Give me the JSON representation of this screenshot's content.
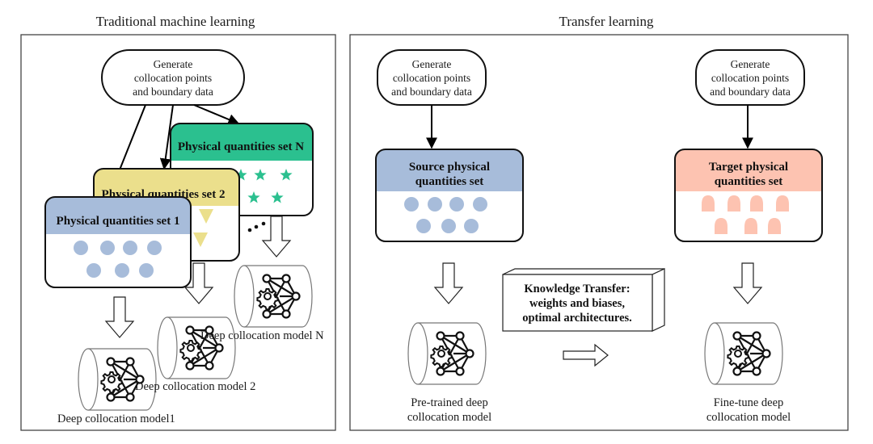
{
  "panels": {
    "traditional": {
      "title": "Traditional machine learning",
      "generate_node": [
        "Generate",
        "collocation points",
        "and boundary data"
      ],
      "sets": [
        {
          "label": "Physical quantities set 1",
          "color": "#a7bcda",
          "marker": "circle",
          "marker_color": "#a7bcda",
          "marker_count": 7
        },
        {
          "label": "Physical quantities set 2",
          "color": "#ebdf8c",
          "marker": "triangle-down",
          "marker_color": "#ebdf8c",
          "marker_count": 7
        },
        {
          "label": "Physical quantities set N",
          "color": "#2bc08f",
          "marker": "star",
          "marker_color": "#2bc08f",
          "marker_count": 7
        }
      ],
      "ellipsis": "...",
      "models": [
        {
          "label": "Deep collocation model1",
          "icon": "neural-network-gear-icon"
        },
        {
          "label": "Deep collocation model 2",
          "icon": "neural-network-gear-icon"
        },
        {
          "label": "Deep collocation model N",
          "icon": "neural-network-gear-icon"
        }
      ]
    },
    "transfer": {
      "title": "Transfer learning",
      "source_generate_node": [
        "Generate",
        "collocation points",
        "and boundary data"
      ],
      "target_generate_node": [
        "Generate",
        "collocation points",
        "and boundary data"
      ],
      "source_set": {
        "label": [
          "Source physical",
          "quantities set"
        ],
        "color": "#a7bcda",
        "marker": "circle",
        "marker_color": "#a7bcda",
        "marker_count": 7
      },
      "target_set": {
        "label": [
          "Target physical",
          "quantities set"
        ],
        "color": "#fdc3b1",
        "marker": "bullet",
        "marker_color": "#fdc3b1",
        "marker_count": 7
      },
      "knowledge_box": [
        "Knowledge Transfer:",
        "weights and biases,",
        "optimal architectures."
      ],
      "pretrained_model": {
        "label": [
          "Pre-trained deep",
          "collocation model"
        ],
        "icon": "neural-network-gear-icon"
      },
      "finetune_model": {
        "label": [
          "Fine-tune deep",
          "collocation model"
        ],
        "icon": "neural-network-gear-icon"
      }
    }
  }
}
